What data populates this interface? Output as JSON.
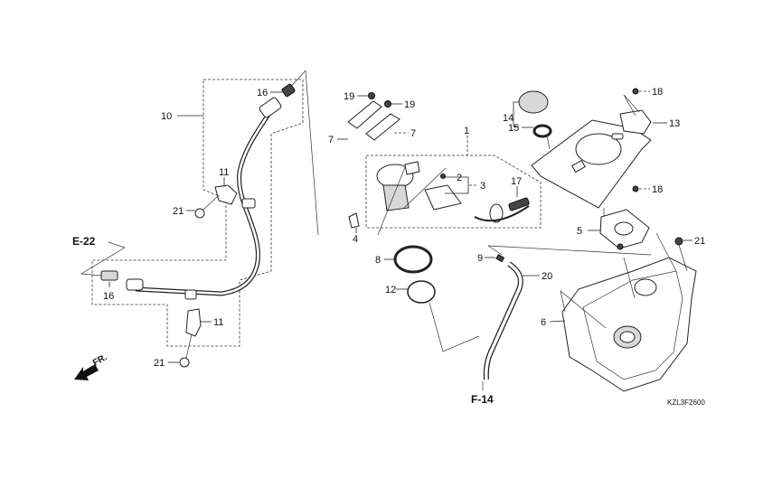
{
  "diagram": {
    "title": "Fuel Tank Parts Diagram",
    "code": "KZL3F2600",
    "direction_label": "FR.",
    "references": {
      "e22": "E-22",
      "f14": "F-14"
    },
    "callouts": {
      "c1": "1",
      "c2": "2",
      "c3": "3",
      "c4": "4",
      "c5": "5",
      "c6": "6",
      "c7a": "7",
      "c7b": "7",
      "c8": "8",
      "c9": "9",
      "c10": "10",
      "c11a": "11",
      "c11b": "11",
      "c12": "12",
      "c13": "13",
      "c14": "14",
      "c15": "15",
      "c16a": "16",
      "c16b": "16",
      "c17": "17",
      "c18a": "18",
      "c18b": "18",
      "c19a": "19",
      "c19b": "19",
      "c20": "20",
      "c21a": "21",
      "c21b": "21",
      "c21c": "21"
    }
  }
}
